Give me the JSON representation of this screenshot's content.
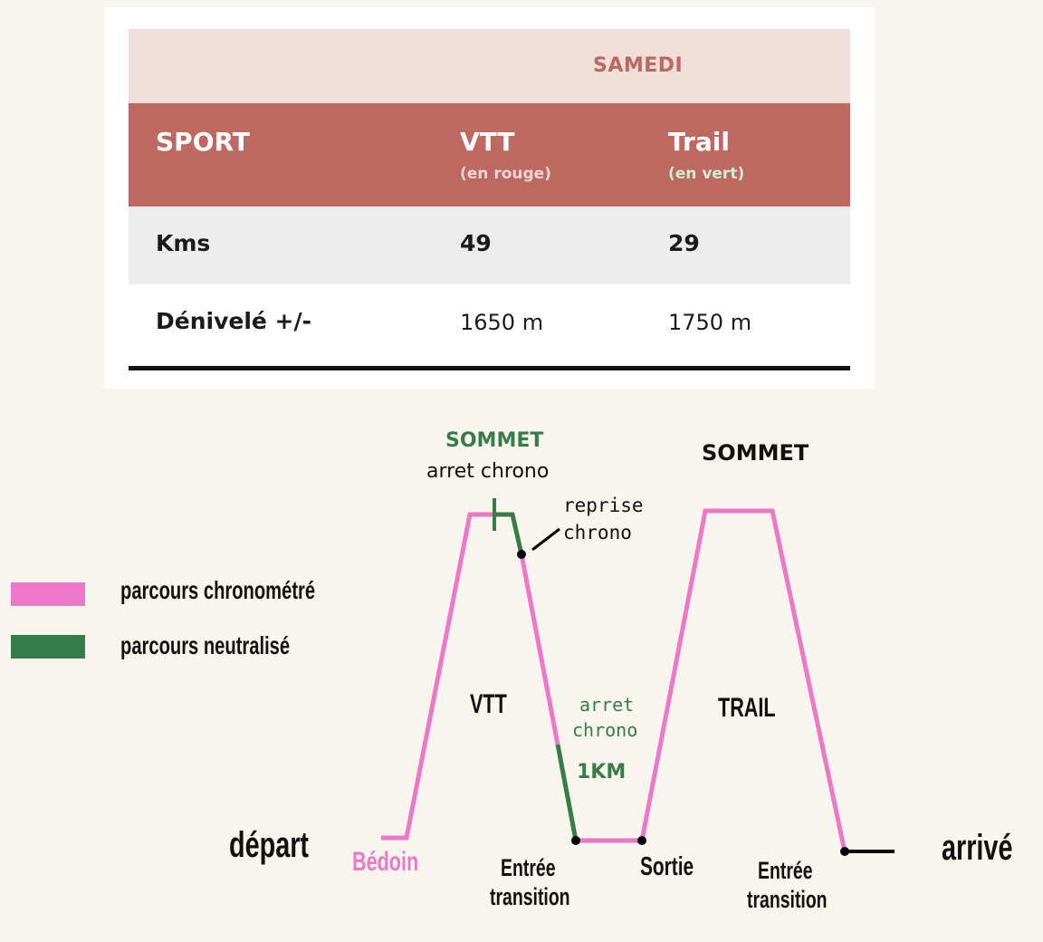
{
  "table": {
    "day_header": "SAMEDI",
    "col_sport": "SPORT",
    "col_vtt": "VTT",
    "col_vtt_note": "(en rouge)",
    "col_trail": "Trail",
    "col_trail_note": "(en vert)",
    "rows": [
      {
        "label": "Kms",
        "vtt": "49",
        "trail": "29"
      },
      {
        "label": "Dénivelé +/-",
        "vtt": "1650 m",
        "trail": "1750 m"
      }
    ]
  },
  "legend": {
    "timed_label": "parcours chronométré",
    "neutral_label": "parcours neutralisé",
    "timed_color": "#ee78c8",
    "neutral_color": "#377d49"
  },
  "labels": {
    "sommet_vtt": "SOMMET",
    "arret_chrono_top": "arret chrono",
    "reprise_1": "reprise",
    "reprise_2": "chrono",
    "sommet_trail": "SOMMET",
    "vtt": "VTT",
    "trail": "TRAIL",
    "arret_1": "arret",
    "arret_2": "chrono",
    "one_km": "1KM",
    "depart": "départ",
    "bedoin": "Bédoin",
    "entree_1_a": "Entrée",
    "entree_1_b": "transition",
    "sortie": "Sortie",
    "entree_2_a": "Entrée",
    "entree_2_b": "transition",
    "arrive": "arrivé"
  },
  "colors": {
    "table_header": "#bd6860",
    "table_day": "#f1dedb",
    "trail_note": "#c9f0cf",
    "background": "#f8f5ee"
  }
}
